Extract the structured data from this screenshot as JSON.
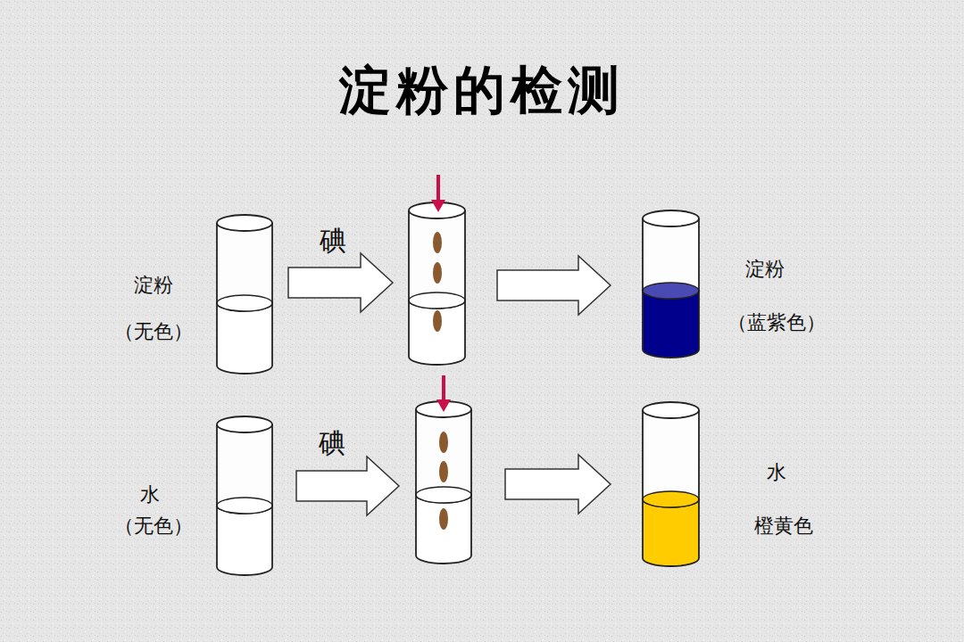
{
  "diagram": {
    "title": "淀粉的检测",
    "labels": [
      "淀粉",
      "（无色）",
      "碘",
      "淀粉",
      "（蓝紫色）",
      "水",
      "（无色）",
      "碘",
      "水",
      "橙黄色"
    ]
  }
}
